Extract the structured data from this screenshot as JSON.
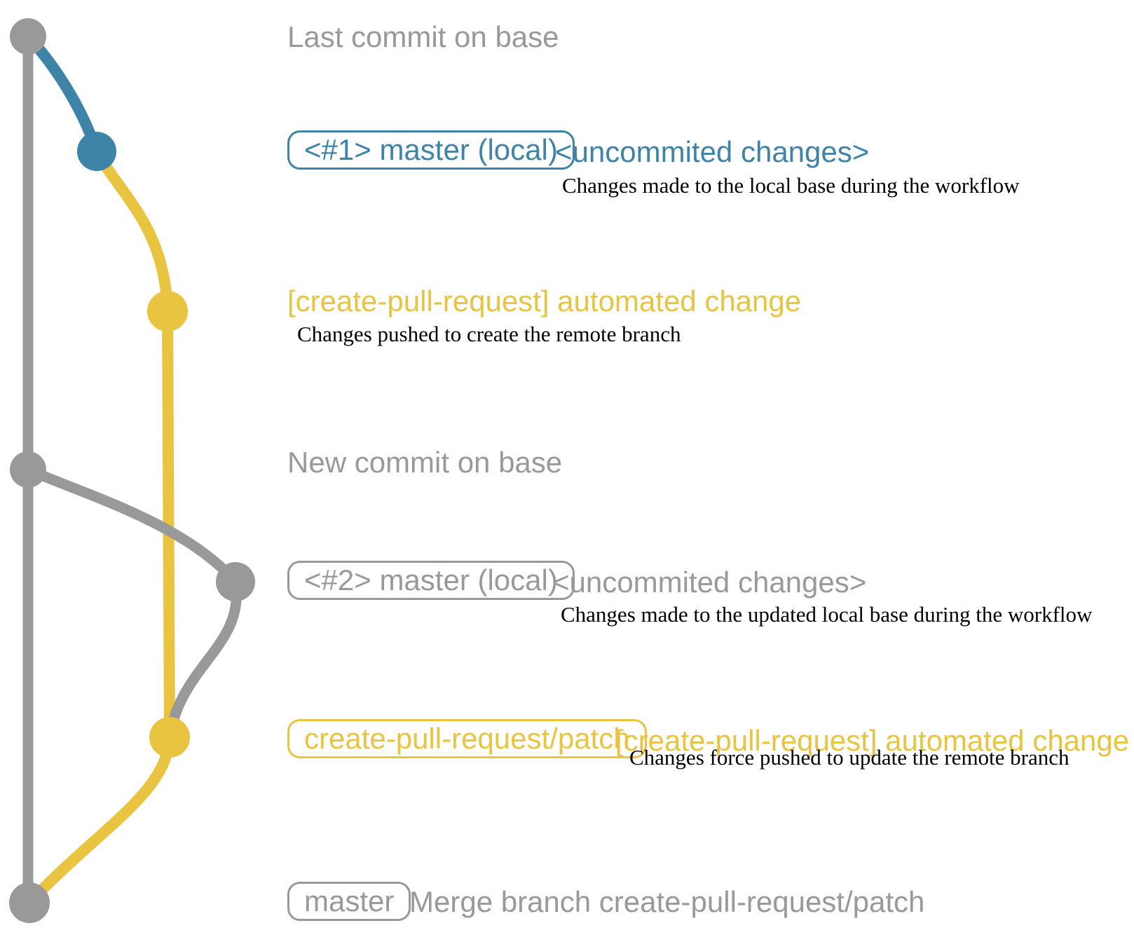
{
  "colors": {
    "base_branch_gray": "#999999",
    "local_branch_blue": "#3d84a8",
    "remote_branch_yellow": "#e9c441",
    "description_text_black": "#000000"
  },
  "graph": {
    "branches": [
      {
        "name": "base (master remote)",
        "color": "#999999"
      },
      {
        "name": "master (local)",
        "color": "#3d84a8"
      },
      {
        "name": "create-pull-request/patch",
        "color": "#e9c441"
      }
    ],
    "commits": [
      {
        "id": "last-commit-on-base",
        "branch": "base"
      },
      {
        "id": "uncommitted-changes-1",
        "branch": "master-local"
      },
      {
        "id": "automated-change-push",
        "branch": "create-pull-request/patch"
      },
      {
        "id": "new-commit-on-base",
        "branch": "base"
      },
      {
        "id": "uncommitted-changes-2",
        "branch": "master-local"
      },
      {
        "id": "automated-change-force-push",
        "branch": "create-pull-request/patch"
      },
      {
        "id": "merge-commit",
        "branch": "base"
      }
    ]
  },
  "annotations": {
    "row1_label": "Last commit on base",
    "row2_branch": "<#1> master (local)",
    "row2_note": "<uncommited changes>",
    "row2_detail": "Changes made to the local base during the workflow",
    "row3_note": "[create-pull-request] automated change",
    "row3_detail": "Changes pushed to create the remote branch",
    "row4_label": "New commit on base",
    "row5_branch": "<#2> master (local)",
    "row5_note": "<uncommited changes>",
    "row5_detail": "Changes made to the updated local base during the workflow",
    "row6_branch": "create-pull-request/patch",
    "row6_note": "[create-pull-request] automated change",
    "row6_detail": "Changes force pushed to update the remote branch",
    "row7_branch": "master",
    "row7_label": "Merge branch create-pull-request/patch"
  }
}
